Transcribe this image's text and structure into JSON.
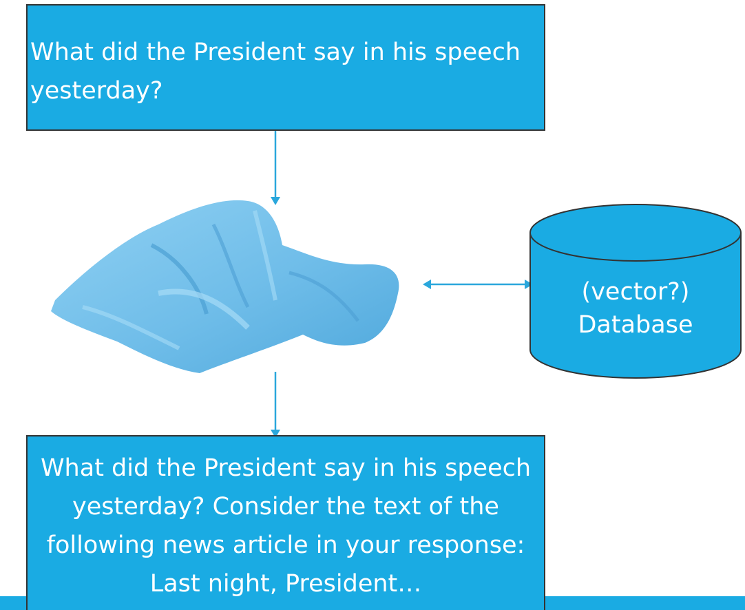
{
  "query_box": {
    "text": "What did the President say in his speech yesterday?"
  },
  "augmented_box": {
    "text": "What did the President say in his speech yesterday? Consider the text of the following news article in your response: Last night, President…"
  },
  "database": {
    "line1": "(vector?)",
    "line2": "Database"
  },
  "colors": {
    "box_fill": "#1aabe3",
    "box_border": "#333333",
    "arrow": "#2aa7dc",
    "towel": "#7cc4ec",
    "text": "#ffffff"
  },
  "icons": {
    "middle_image": "crumpled-towel-icon",
    "storage": "database-cylinder-icon"
  }
}
